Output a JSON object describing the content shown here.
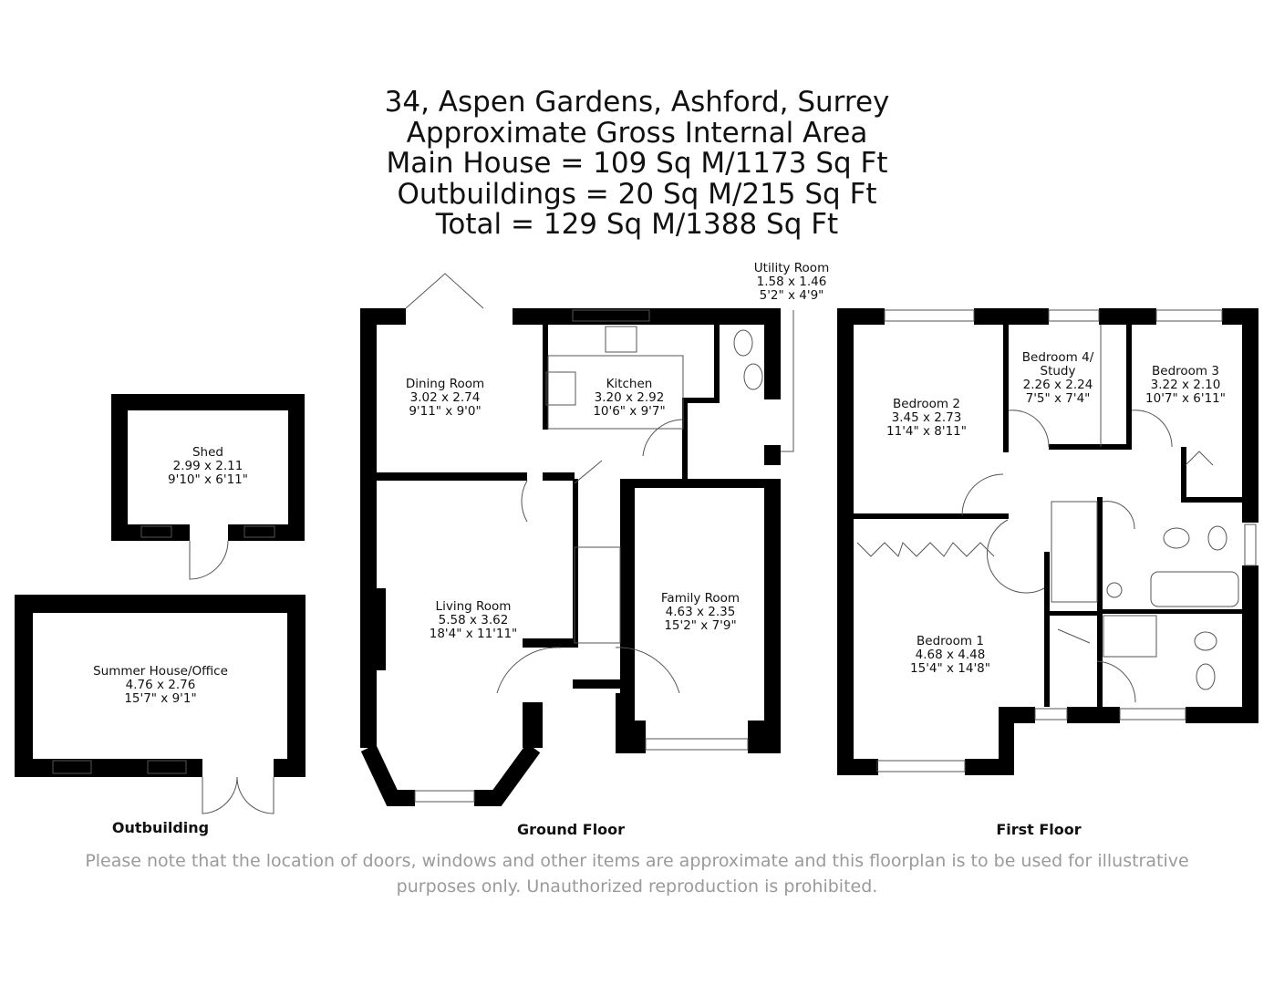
{
  "header": {
    "lines": [
      "34, Aspen Gardens, Ashford, Surrey",
      "Approximate Gross Internal Area",
      "Main House = 109 Sq M/1173 Sq Ft",
      "Outbuildings = 20 Sq M/215 Sq Ft",
      "Total = 129 Sq M/1388 Sq Ft"
    ]
  },
  "rooms": {
    "shed": {
      "name": "Shed",
      "metric": "2.99 x 2.11",
      "imperial": "9'10\" x 6'11\""
    },
    "summer_house": {
      "name": "Summer House/Office",
      "metric": "4.76 x 2.76",
      "imperial": "15'7\" x 9'1\""
    },
    "dining": {
      "name": "Dining Room",
      "metric": "3.02 x 2.74",
      "imperial": "9'11\" x 9'0\""
    },
    "kitchen": {
      "name": "Kitchen",
      "metric": "3.20 x 2.92",
      "imperial": "10'6\" x 9'7\""
    },
    "utility": {
      "name": "Utility Room",
      "metric": "1.58 x 1.46",
      "imperial": "5'2\" x 4'9\""
    },
    "living": {
      "name": "Living Room",
      "metric": "5.58 x 3.62",
      "imperial": "18'4\" x 11'11\""
    },
    "family": {
      "name": "Family Room",
      "metric": "4.63 x 2.35",
      "imperial": "15'2\" x 7'9\""
    },
    "bedroom2": {
      "name": "Bedroom 2",
      "metric": "3.45 x 2.73",
      "imperial": "11'4\" x 8'11\""
    },
    "bedroom4": {
      "name": "Bedroom 4/",
      "name2": "Study",
      "metric": "2.26 x 2.24",
      "imperial": "7'5\" x 7'4\""
    },
    "bedroom3": {
      "name": "Bedroom 3",
      "metric": "3.22 x 2.10",
      "imperial": "10'7\" x 6'11\""
    },
    "bedroom1": {
      "name": "Bedroom 1",
      "metric": "4.68 x 4.48",
      "imperial": "15'4\" x 14'8\""
    }
  },
  "floors": {
    "outbuilding": "Outbuilding",
    "ground": "Ground Floor",
    "first": "First Floor"
  },
  "disclaimer": {
    "line1": "Please note that the location of doors, windows and other items are approximate and this floorplan is to be used for illustrative",
    "line2": "purposes only. Unauthorized reproduction is prohibited."
  },
  "colors": {
    "wall": "#000000",
    "text": "#111111",
    "note": "#9a9a9a"
  }
}
